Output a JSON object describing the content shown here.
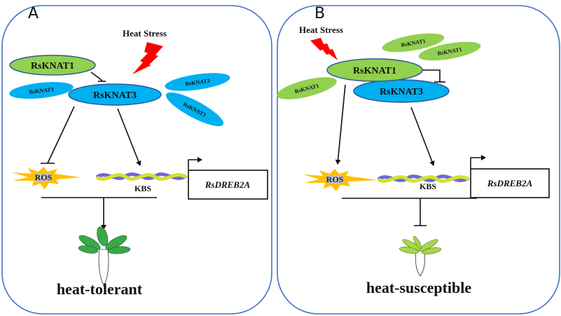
{
  "colors": {
    "panel_border": "#4472c4",
    "knat1_fill": "#92d050",
    "knat3_fill": "#00b0f0",
    "node_outline": "#2f5597",
    "lightning": "#ff0000",
    "ros_fill": "#ffc000",
    "ros_label_bg": "#bfbfbf",
    "leaf_healthy": "#3aa84a",
    "leaf_wilted": "#a8d64a"
  },
  "panels": [
    {
      "letter": "A",
      "stimulus": "Heat Stress",
      "central_nodes": [
        {
          "label": "RsKNAT1",
          "color": "knat1"
        },
        {
          "label": "RsKNAT3",
          "color": "knat3"
        }
      ],
      "satellite_nodes": [
        "RsKNAT3",
        "RsKNAT3",
        "RsKNAT3"
      ],
      "targets": {
        "ros": "ROS",
        "binding_site": "KBS",
        "gene": "RsDREB2A"
      },
      "interactions": [
        {
          "from": "RsKNAT1",
          "to": "RsKNAT3",
          "type": "inhibits"
        },
        {
          "from": "RsKNAT3",
          "to": "ROS",
          "type": "inhibits"
        },
        {
          "from": "RsKNAT3",
          "to": "KBS",
          "type": "activates"
        },
        {
          "from": "ROS+KBS",
          "to": "plant",
          "type": "activates"
        }
      ],
      "phenotype": "heat-tolerant"
    },
    {
      "letter": "B",
      "stimulus": "Heat Stress",
      "central_nodes": [
        {
          "label": "RsKNAT1",
          "color": "knat1"
        },
        {
          "label": "RsKNAT3",
          "color": "knat3"
        }
      ],
      "satellite_nodes": [
        "RsKNAT1",
        "RsKNAT1",
        "RsKNAT1"
      ],
      "targets": {
        "ros": "ROS",
        "binding_site": "KBS",
        "gene": "RsDREB2A"
      },
      "interactions": [
        {
          "from": "RsKNAT1",
          "to": "RsKNAT3",
          "type": "inhibits"
        },
        {
          "from": "RsKNAT1",
          "to": "ROS",
          "type": "activates"
        },
        {
          "from": "RsKNAT3",
          "to": "KBS",
          "type": "activates"
        },
        {
          "from": "ROS+KBS",
          "to": "plant",
          "type": "inhibits"
        }
      ],
      "phenotype": "heat-susceptible"
    }
  ]
}
